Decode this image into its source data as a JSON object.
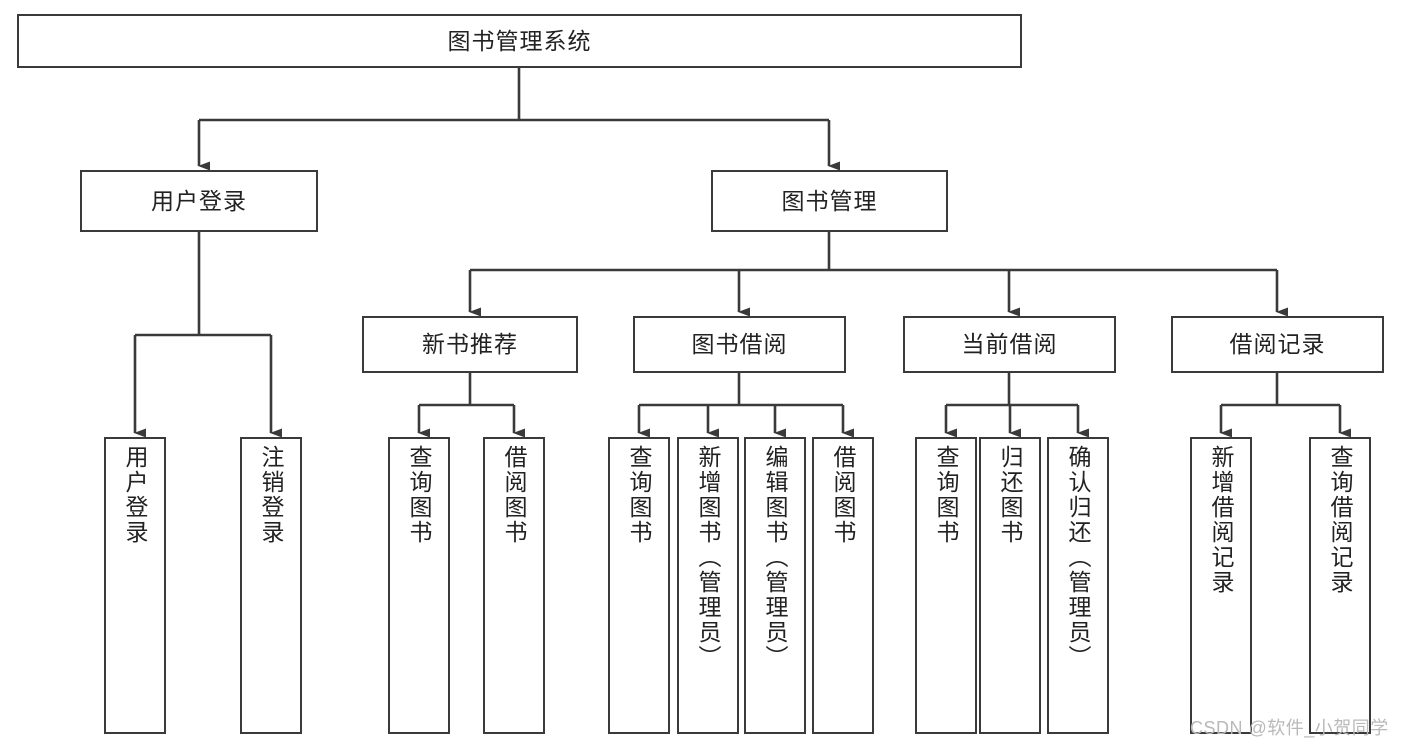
{
  "diagram": {
    "title": "图书管理系统",
    "type": "hierarchy-tree",
    "watermark": "CSDN @软件_小贺同学",
    "colors": {
      "box_border": "#3a3a3a",
      "box_fill": "#ffffff",
      "connector": "#3a3a3a",
      "text": "#222222",
      "watermark": "#b9b9b9"
    },
    "nodes": {
      "root": {
        "label": "图书管理系统"
      },
      "level2": [
        {
          "label": "用户登录"
        },
        {
          "label": "图书管理"
        }
      ],
      "level3": [
        {
          "label": "新书推荐"
        },
        {
          "label": "图书借阅"
        },
        {
          "label": "当前借阅"
        },
        {
          "label": "借阅记录"
        }
      ],
      "leaves": {
        "user_login": [
          {
            "label": "用户登录"
          },
          {
            "label": "注销登录"
          }
        ],
        "new_book_recommend": [
          {
            "label": "查询图书"
          },
          {
            "label": "借阅图书"
          }
        ],
        "book_borrow": [
          {
            "label": "查询图书"
          },
          {
            "label": "新增图书（管理员）"
          },
          {
            "label": "编辑图书（管理员）"
          },
          {
            "label": "借阅图书"
          }
        ],
        "current_borrow": [
          {
            "label": "查询图书"
          },
          {
            "label": "归还图书"
          },
          {
            "label": "确认归还（管理员）"
          }
        ],
        "borrow_records": [
          {
            "label": "新增借阅记录"
          },
          {
            "label": "查询借阅记录"
          }
        ]
      }
    }
  }
}
